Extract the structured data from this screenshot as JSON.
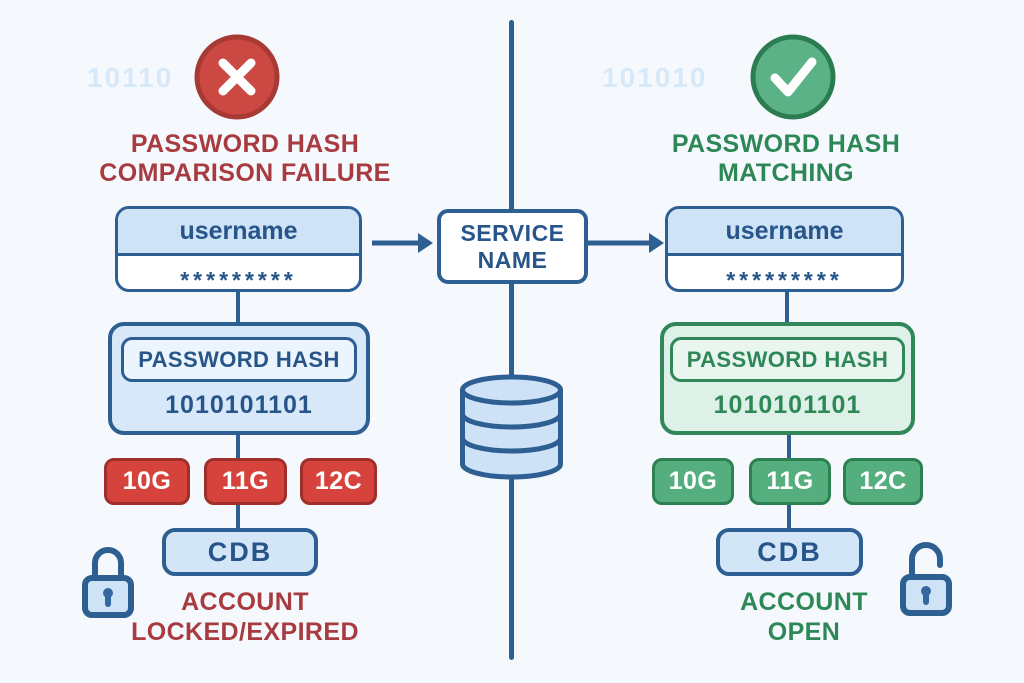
{
  "left": {
    "watermark": "10110",
    "title": [
      "PASSWORD HASH",
      "COMPARISON FAILURE"
    ],
    "credentials": {
      "username": "username",
      "password_mask": "*********"
    },
    "hash": {
      "label": "PASSWORD HASH",
      "value": "1010101101"
    },
    "versions": [
      "10G",
      "11G",
      "12C"
    ],
    "container_db": "CDB",
    "status": [
      "ACCOUNT",
      "LOCKED/EXPIRED"
    ]
  },
  "center": {
    "service": [
      "SERVICE",
      "NAME"
    ]
  },
  "right": {
    "watermark": "101010",
    "title": [
      "PASSWORD HASH",
      "MATCHING"
    ],
    "credentials": {
      "username": "username",
      "password_mask": "*********"
    },
    "hash": {
      "label": "PASSWORD HASH",
      "value": "1010101101"
    },
    "versions": [
      "10G",
      "11G",
      "12C"
    ],
    "container_db": "CDB",
    "status": [
      "ACCOUNT",
      "OPEN"
    ]
  },
  "icons": {
    "left_status": "error-x-icon",
    "right_status": "success-check-icon",
    "left_lock": "locked-padlock-icon",
    "right_lock": "unlocked-padlock-icon",
    "middle_db": "database-cylinder-icon"
  },
  "colors": {
    "background": "#f5f9fe",
    "blue_stroke": "#2e5f93",
    "blue_text": "#27558a",
    "blue_fill": "#cfe3f7",
    "red_circle": "#cb4843",
    "red_border": "#a83a36",
    "red_text": "#a73b3f",
    "red_badge": "#d6433c",
    "green_circle": "#5bb286",
    "green_border": "#2b7c51",
    "green_text": "#2e8757",
    "green_badge": "#55ae7d",
    "watermark": "#d7e8f8"
  }
}
